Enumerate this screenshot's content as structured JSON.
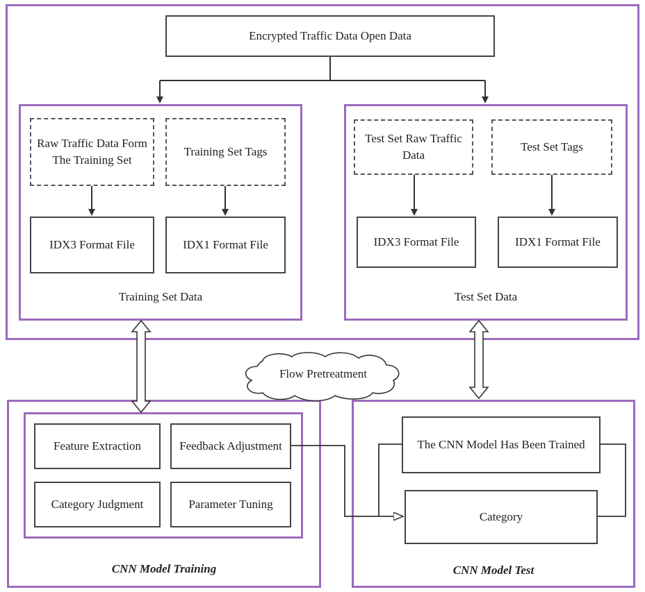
{
  "top": {
    "title": "Encrypted Traffic Data Open Data"
  },
  "training_set": {
    "raw": "Raw Traffic Data Form The Training Set",
    "tags": "Training Set Tags",
    "idx3": "IDX3 Format File",
    "idx1": "IDX1 Format File",
    "caption": "Training Set Data"
  },
  "test_set": {
    "raw": "Test Set Raw Traffic Data",
    "tags": "Test Set Tags",
    "idx3": "IDX3 Format File",
    "idx1": "IDX1 Format File",
    "caption": "Test Set Data"
  },
  "cloud": {
    "label": "Flow Pretreatment"
  },
  "training": {
    "feature": "Feature Extraction",
    "feedback": "Feedback Adjustment",
    "category": "Category Judgment",
    "param": "Parameter Tuning",
    "caption": "CNN Model Training"
  },
  "test": {
    "trained": "The CNN Model Has Been Trained",
    "category": "Category",
    "caption": "CNN Model Test"
  }
}
